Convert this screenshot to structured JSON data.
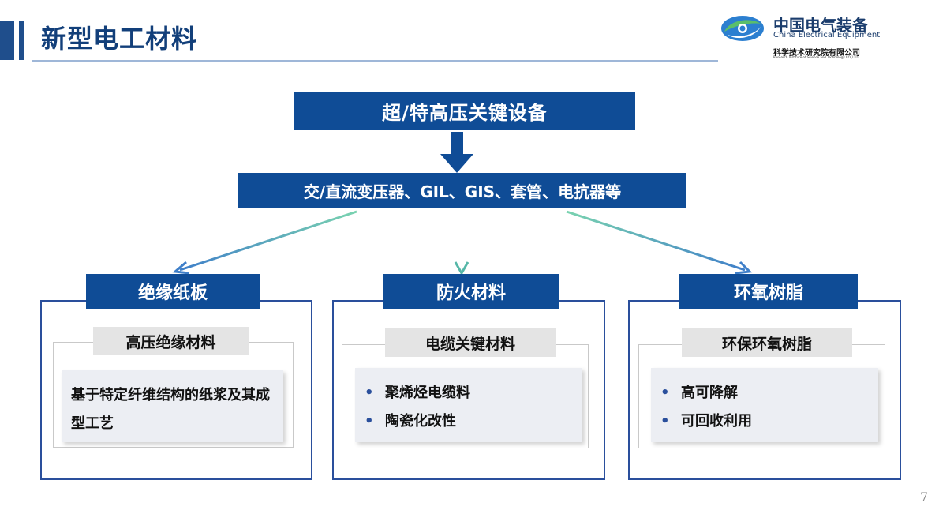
{
  "header": {
    "title": "新型电工材料"
  },
  "logo": {
    "cn": "中国电气装备",
    "en": "China Electrical Equipment",
    "sub": "科学技术研究院有限公司",
    "sub_en": "Research Institute of Science and Technology CO.,LTD."
  },
  "top_box": "超/特高压关键设备",
  "mid_box": "交/直流变压器、GIL、GIS、套管、电抗器等",
  "panels": [
    {
      "header": "绝缘纸板",
      "sub_label": "高压绝缘材料",
      "content": "基于特定纤维结构的纸浆及其成型工艺"
    },
    {
      "header": "防火材料",
      "sub_label": "电缆关键材料",
      "bullets": [
        "聚烯烃电缆料",
        "陶瓷化改性"
      ]
    },
    {
      "header": "环氧树脂",
      "sub_label": "环保环氧树脂",
      "bullets": [
        "高可降解",
        "可回收利用"
      ]
    }
  ],
  "bullet_symbol": "•",
  "page_number": "7",
  "colors": {
    "primary": "#0f4c96",
    "panel_border": "#2a4f9c",
    "connector_start": "#7ad3b0",
    "connector_end": "#3f7fc9",
    "logo_green": "#5bbf6a",
    "logo_blue": "#2c7fd0"
  }
}
